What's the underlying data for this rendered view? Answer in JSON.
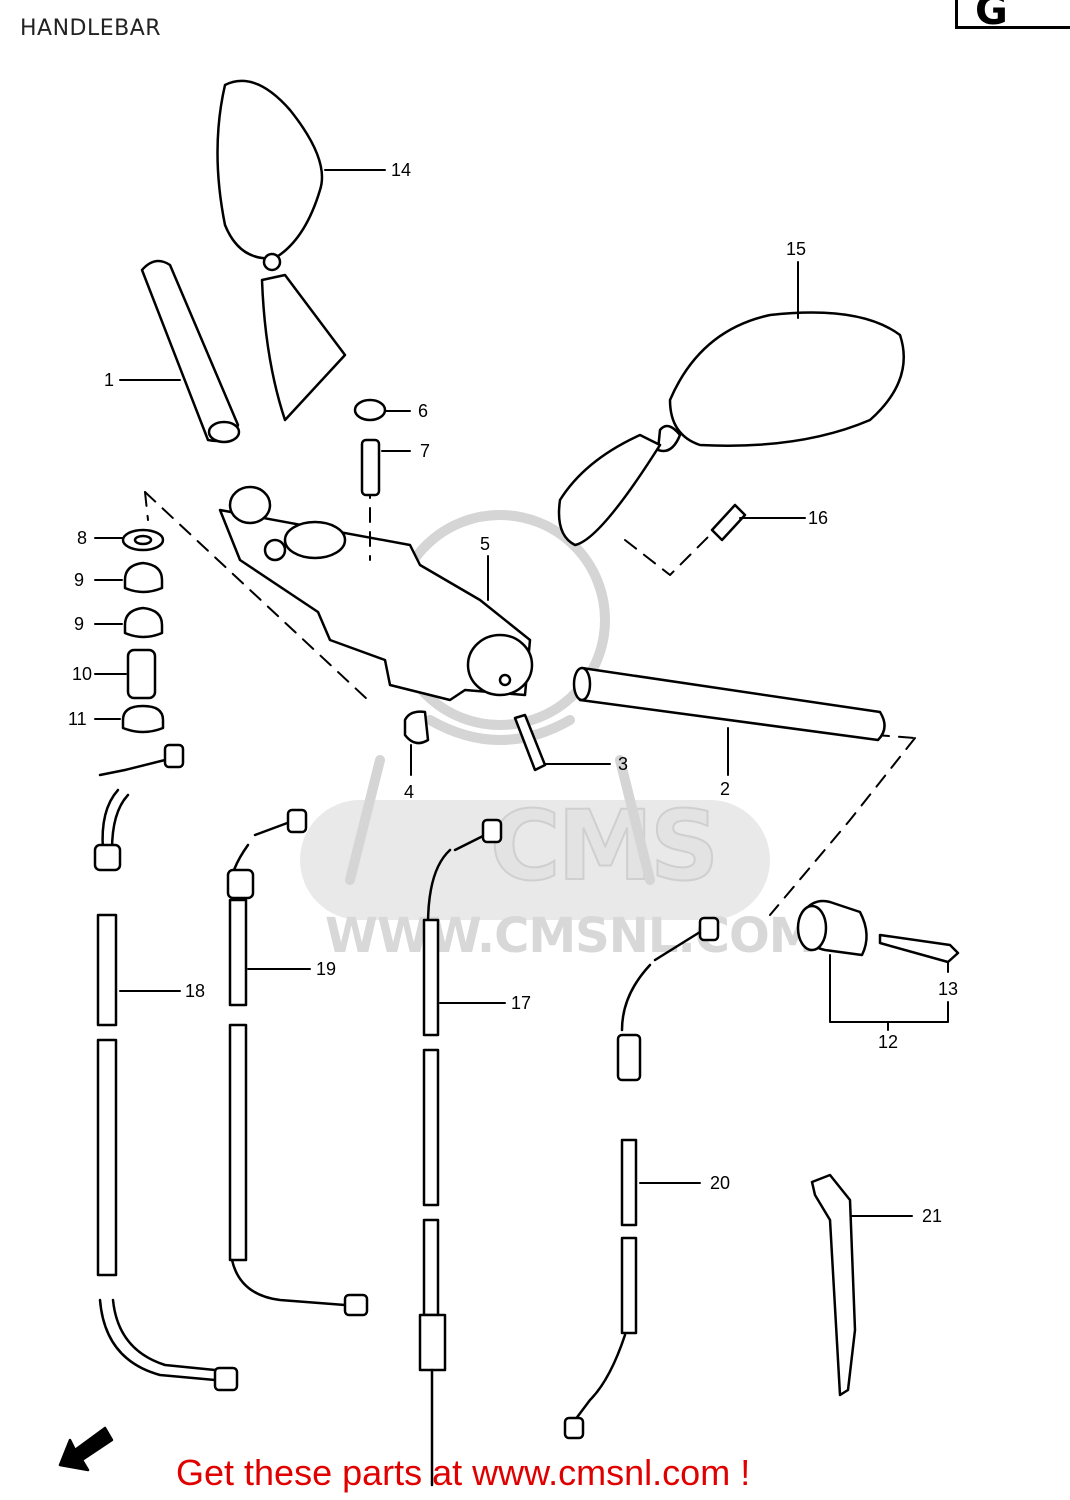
{
  "header": {
    "title": "HANDLEBAR",
    "section_code": "G"
  },
  "watermark": {
    "brand": "CMS",
    "url": "WWW.CMSNL.COM"
  },
  "footer": {
    "cta": "Get these parts at www.cmsnl.com !"
  },
  "callouts": [
    {
      "num": "14",
      "part": "mirror-left"
    },
    {
      "num": "15",
      "part": "mirror-right"
    },
    {
      "num": "1",
      "part": "handlebar-left"
    },
    {
      "num": "6",
      "part": "cap"
    },
    {
      "num": "7",
      "part": "bolt"
    },
    {
      "num": "16",
      "part": "bolt"
    },
    {
      "num": "8",
      "part": "washer"
    },
    {
      "num": "9",
      "part": "cushion"
    },
    {
      "num": "9",
      "part": "cushion"
    },
    {
      "num": "10",
      "part": "spacer"
    },
    {
      "num": "11",
      "part": "nut"
    },
    {
      "num": "5",
      "part": "handlebar-holder"
    },
    {
      "num": "4",
      "part": "plug"
    },
    {
      "num": "3",
      "part": "bolt"
    },
    {
      "num": "2",
      "part": "handlebar-right"
    },
    {
      "num": "18",
      "part": "throttle-cable"
    },
    {
      "num": "19",
      "part": "throttle-cable"
    },
    {
      "num": "17",
      "part": "clutch-cable"
    },
    {
      "num": "20",
      "part": "cable"
    },
    {
      "num": "13",
      "part": "screw"
    },
    {
      "num": "12",
      "part": "balancer"
    },
    {
      "num": "21",
      "part": "cable-tie"
    }
  ]
}
